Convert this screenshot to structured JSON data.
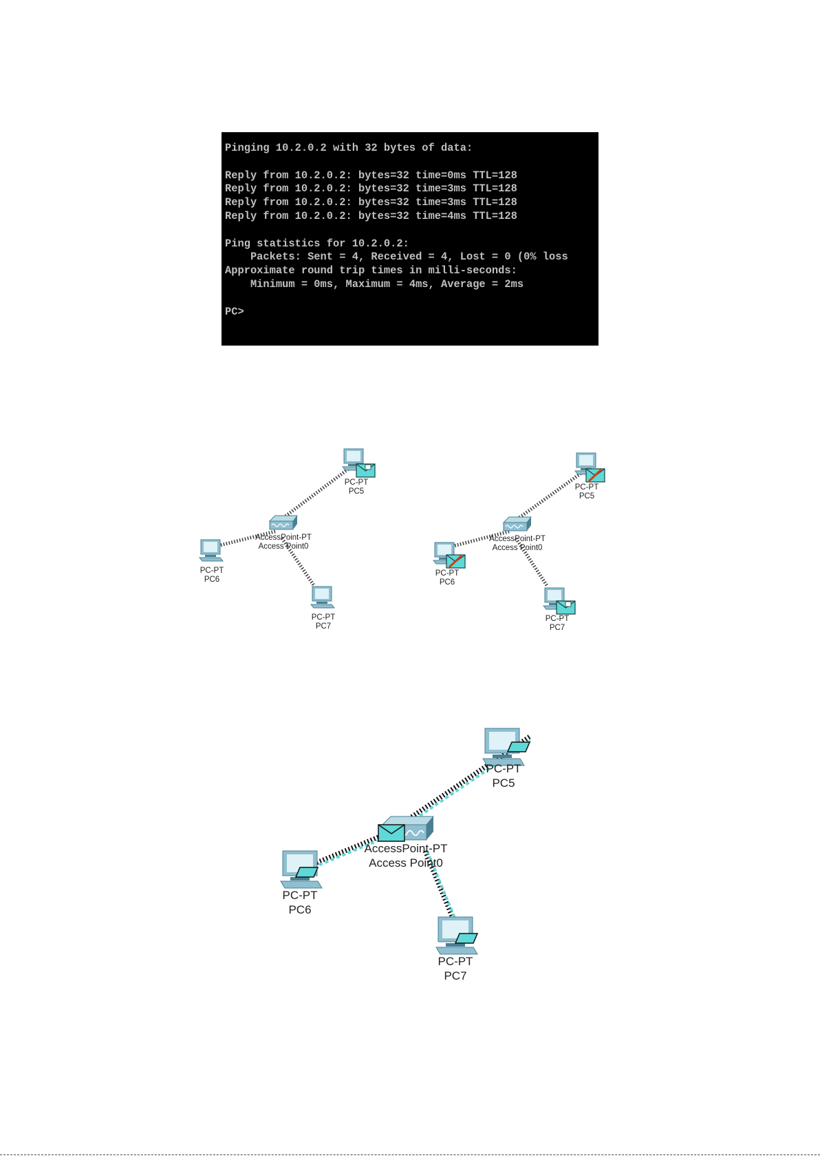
{
  "terminal": {
    "lines": [
      "Pinging 10.2.0.2 with 32 bytes of data:",
      "",
      "Reply from 10.2.0.2: bytes=32 time=0ms TTL=128",
      "Reply from 10.2.0.2: bytes=32 time=3ms TTL=128",
      "Reply from 10.2.0.2: bytes=32 time=3ms TTL=128",
      "Reply from 10.2.0.2: bytes=32 time=4ms TTL=128",
      "",
      "Ping statistics for 10.2.0.2:",
      "    Packets: Sent = 4, Received = 4, Lost = 0 (0% loss",
      "Approximate round trip times in milli-seconds:",
      "    Minimum = 0ms, Maximum = 4ms, Average = 2ms",
      "",
      "PC>"
    ]
  },
  "device_labels": {
    "pc_type": "PC-PT",
    "pc5": "PC5",
    "pc6": "PC6",
    "pc7": "PC7",
    "ap_type": "AccessPoint-PT",
    "ap_name": "Access Point0"
  },
  "colors": {
    "terminal_bg": "#000000",
    "terminal_text": "#c0c0c0",
    "device_body": "#8fbfd0",
    "device_dark": "#4a7f93",
    "envelope": "#5fd8d8",
    "fail_mark": "#d04010",
    "link": "#3a3a3a"
  },
  "icons": [
    "pc-icon",
    "access-point-icon",
    "envelope-icon",
    "failed-envelope-icon"
  ]
}
